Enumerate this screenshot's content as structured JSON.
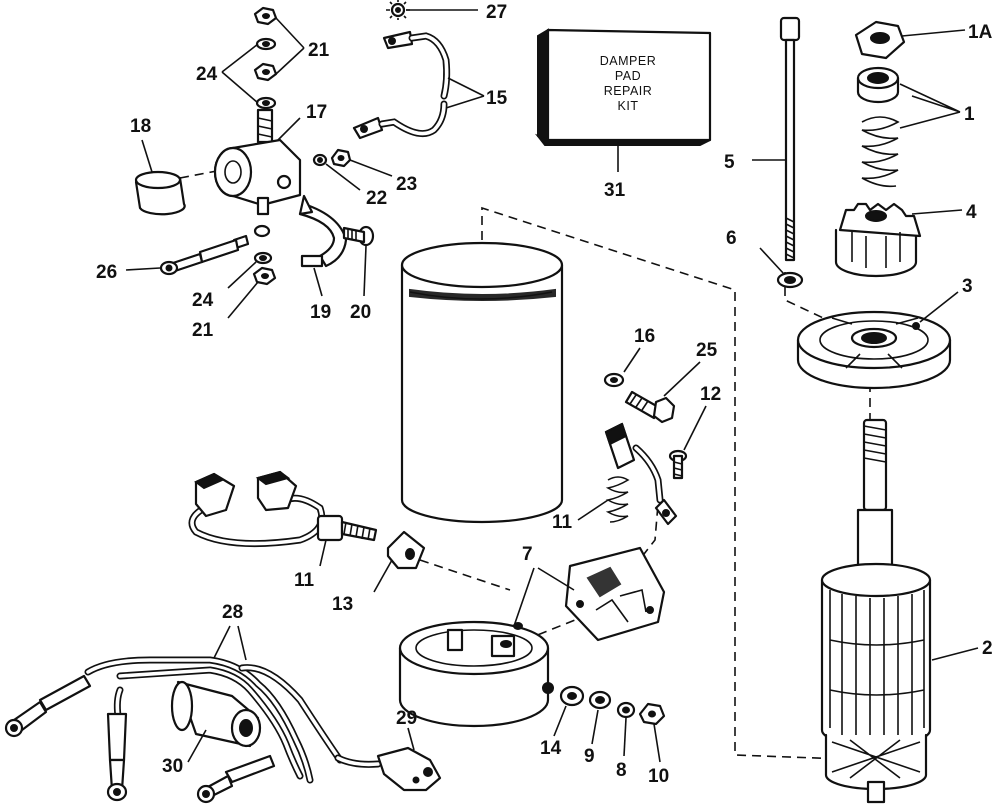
{
  "diagram": {
    "kit_box_lines": [
      "DAMPER",
      "PAD",
      "REPAIR",
      "KIT"
    ],
    "callouts": {
      "c1a": "1A",
      "c1": "1",
      "c2": "2",
      "c3": "3",
      "c4": "4",
      "c5": "5",
      "c6": "6",
      "c7": "7",
      "c8": "8",
      "c9": "9",
      "c10": "10",
      "c11a": "11",
      "c11b": "11",
      "c12": "12",
      "c13": "13",
      "c14": "14",
      "c15": "15",
      "c16": "16",
      "c17": "17",
      "c18": "18",
      "c19": "19",
      "c20": "20",
      "c21a": "21",
      "c21b": "21",
      "c22": "22",
      "c23": "23",
      "c24a": "24",
      "c24b": "24",
      "c25": "25",
      "c26": "26",
      "c27": "27",
      "c28": "28",
      "c29": "29",
      "c30": "30",
      "c31": "31"
    }
  }
}
